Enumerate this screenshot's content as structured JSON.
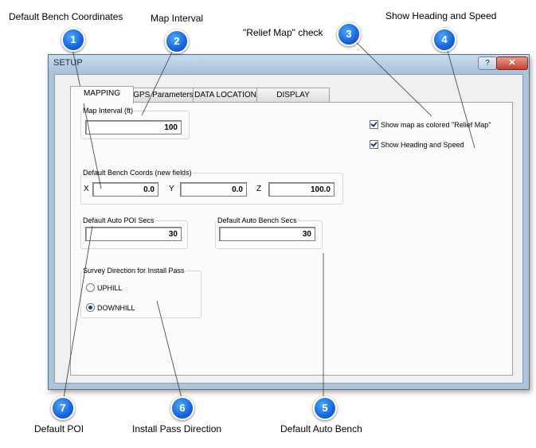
{
  "callouts": {
    "c1": {
      "number": "1",
      "label": "Default Bench Coordinates"
    },
    "c2": {
      "number": "2",
      "label": "Map Interval"
    },
    "c3": {
      "number": "3",
      "label": "\"Relief Map\" check"
    },
    "c4": {
      "number": "4",
      "label": "Show Heading and Speed"
    },
    "c5": {
      "number": "5",
      "label": "Default Auto Bench"
    },
    "c6": {
      "number": "6",
      "label": "Install Pass Direction"
    },
    "c7": {
      "number": "7",
      "label": "Default POI"
    }
  },
  "dialog": {
    "title": "SETUP",
    "help_glyph": "?",
    "close_glyph": "✕",
    "tabs": [
      "MAPPING",
      "GPS Parameters",
      "DATA LOCATION",
      "DISPLAY"
    ],
    "map_interval": {
      "label": "Map Interval (ft)",
      "value": "100"
    },
    "bench_coords": {
      "label": "Default Bench Coords (new fields)",
      "x_label": "X",
      "x_value": "0.0",
      "y_label": "Y",
      "y_value": "0.0",
      "z_label": "Z",
      "z_value": "100.0"
    },
    "relief_map": {
      "label": "Show map as colored \"Relief Map\"",
      "checked": true
    },
    "heading_speed": {
      "label": "Show Heading and Speed",
      "checked": true
    },
    "auto_poi": {
      "label": "Default Auto POI Secs",
      "value": "30"
    },
    "auto_bench": {
      "label": "Default Auto Bench Secs",
      "value": "30"
    },
    "survey_direction": {
      "label": "Survey Direction for Install Pass",
      "options": [
        "UPHILL",
        "DOWNHILL"
      ],
      "selected": "DOWNHILL"
    }
  },
  "colors": {
    "badge": "#1565d8",
    "window_frame": "#aac4dc",
    "close_button": "#c2412c"
  }
}
